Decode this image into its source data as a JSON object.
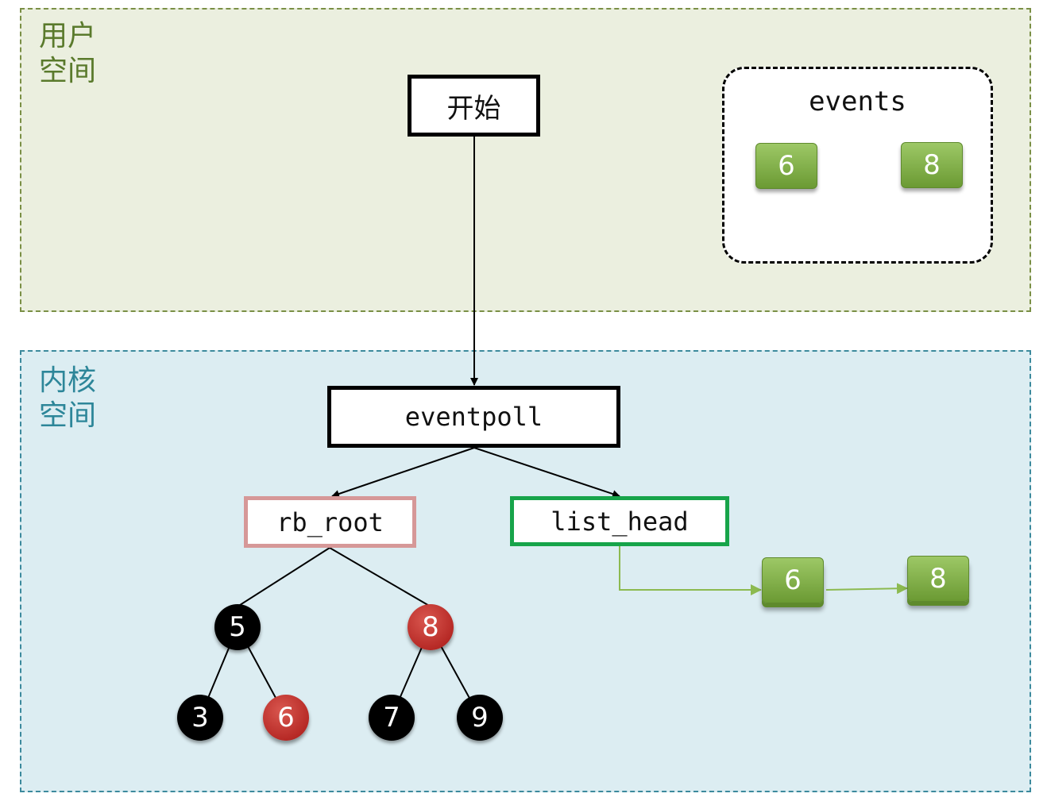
{
  "regions": {
    "user_space": "用户\n空间",
    "kernel_space": "内核\n空间"
  },
  "nodes": {
    "start": "开始",
    "eventpoll": "eventpoll",
    "rb_root": "rb_root",
    "list_head": "list_head",
    "events": "events"
  },
  "events_items": [
    "6",
    "8"
  ],
  "ready_list_items": [
    "6",
    "8"
  ],
  "rb_tree": {
    "root_left": "5",
    "root_right": "8",
    "left_children": [
      "3",
      "6"
    ],
    "right_children": [
      "7",
      "9"
    ]
  },
  "colors": {
    "user_space_bg": "#ebefdf",
    "kernel_space_bg": "#dcedf2",
    "red_node": "#b72a26",
    "black_node": "#000000",
    "green_item": "#7fae45",
    "list_head_border": "#17a44a",
    "rb_root_border": "#d69898"
  }
}
